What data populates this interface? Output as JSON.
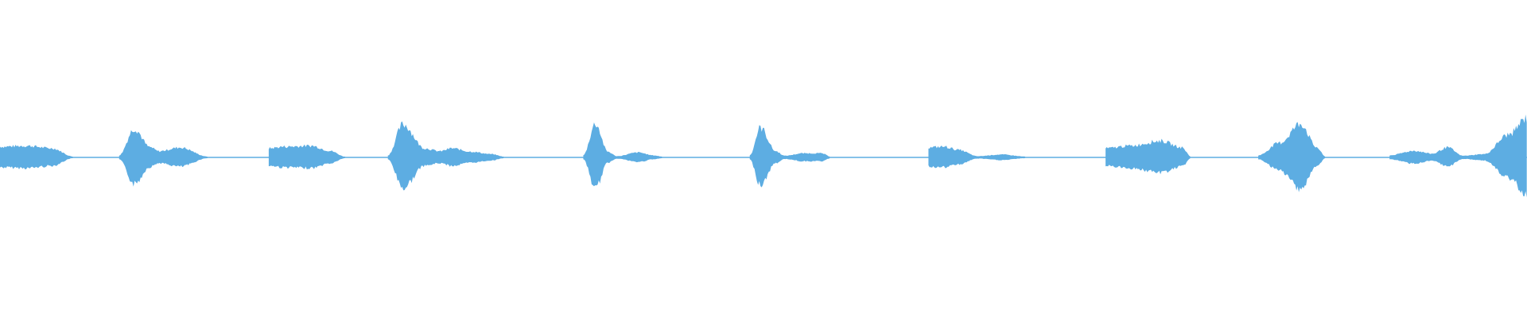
{
  "waveform": {
    "color": "#5dade2",
    "background": "#ffffff",
    "segments": [
      {
        "start": 0.0,
        "end": 0.048,
        "peaks": [
          [
            0.0,
            0.26
          ],
          [
            0.018,
            0.28
          ],
          [
            0.034,
            0.22
          ],
          [
            0.048,
            0.02
          ]
        ]
      },
      {
        "start": 0.078,
        "end": 0.136,
        "peaks": [
          [
            0.078,
            0.05
          ],
          [
            0.088,
            0.7
          ],
          [
            0.098,
            0.25
          ],
          [
            0.104,
            0.15
          ],
          [
            0.118,
            0.24
          ],
          [
            0.136,
            0.02
          ]
        ]
      },
      {
        "start": 0.176,
        "end": 0.226,
        "peaks": [
          [
            0.176,
            0.22
          ],
          [
            0.186,
            0.26
          ],
          [
            0.204,
            0.28
          ],
          [
            0.216,
            0.16
          ],
          [
            0.226,
            0.02
          ]
        ]
      },
      {
        "start": 0.254,
        "end": 0.33,
        "peaks": [
          [
            0.254,
            0.05
          ],
          [
            0.264,
            0.8
          ],
          [
            0.278,
            0.22
          ],
          [
            0.288,
            0.15
          ],
          [
            0.296,
            0.22
          ],
          [
            0.308,
            0.14
          ],
          [
            0.322,
            0.08
          ],
          [
            0.33,
            0.02
          ]
        ]
      },
      {
        "start": 0.382,
        "end": 0.434,
        "peaks": [
          [
            0.382,
            0.05
          ],
          [
            0.39,
            0.82
          ],
          [
            0.398,
            0.14
          ],
          [
            0.404,
            0.03
          ],
          [
            0.418,
            0.12
          ],
          [
            0.428,
            0.05
          ],
          [
            0.434,
            0.02
          ]
        ]
      },
      {
        "start": 0.491,
        "end": 0.544,
        "peaks": [
          [
            0.491,
            0.05
          ],
          [
            0.498,
            0.72
          ],
          [
            0.508,
            0.15
          ],
          [
            0.514,
            0.04
          ],
          [
            0.526,
            0.1
          ],
          [
            0.538,
            0.1
          ],
          [
            0.544,
            0.02
          ]
        ]
      },
      {
        "start": 0.608,
        "end": 0.672,
        "peaks": [
          [
            0.608,
            0.24
          ],
          [
            0.618,
            0.26
          ],
          [
            0.628,
            0.18
          ],
          [
            0.64,
            0.03
          ],
          [
            0.656,
            0.07
          ],
          [
            0.672,
            0.02
          ]
        ]
      },
      {
        "start": 0.724,
        "end": 0.78,
        "peaks": [
          [
            0.724,
            0.22
          ],
          [
            0.74,
            0.28
          ],
          [
            0.76,
            0.4
          ],
          [
            0.774,
            0.24
          ],
          [
            0.78,
            0.02
          ]
        ]
      },
      {
        "start": 0.824,
        "end": 0.868,
        "peaks": [
          [
            0.824,
            0.05
          ],
          [
            0.838,
            0.35
          ],
          [
            0.852,
            0.82
          ],
          [
            0.862,
            0.25
          ],
          [
            0.868,
            0.02
          ]
        ]
      },
      {
        "start": 0.91,
        "end": 1.0,
        "peaks": [
          [
            0.91,
            0.05
          ],
          [
            0.926,
            0.16
          ],
          [
            0.938,
            0.09
          ],
          [
            0.948,
            0.24
          ],
          [
            0.958,
            0.04
          ],
          [
            0.972,
            0.08
          ],
          [
            0.988,
            0.55
          ],
          [
            1.0,
            0.95
          ]
        ]
      }
    ]
  }
}
